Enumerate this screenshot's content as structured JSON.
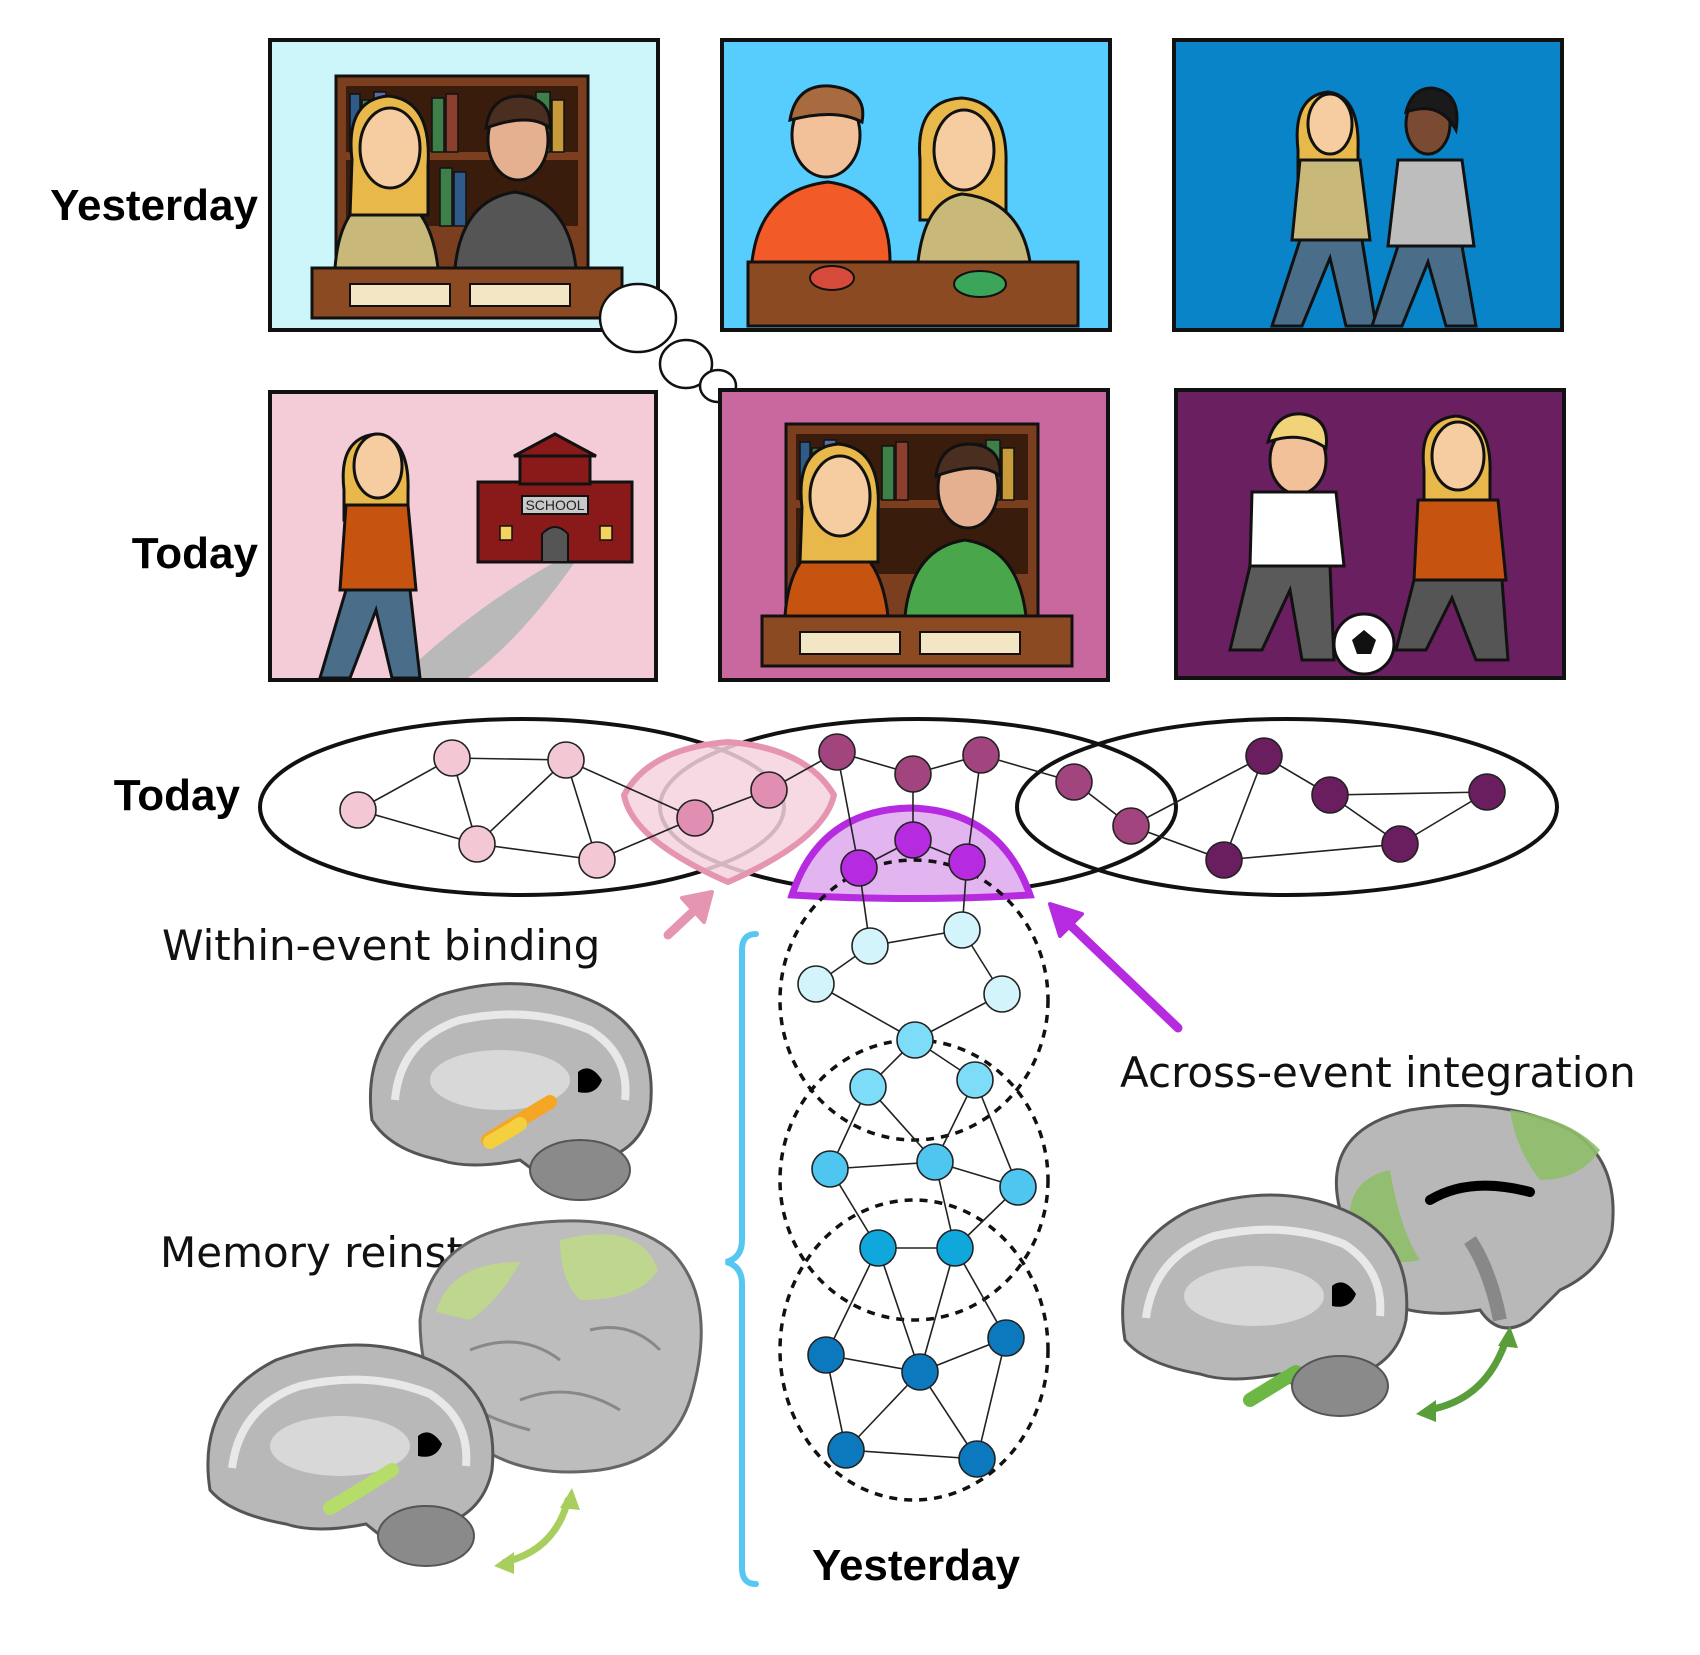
{
  "rows": {
    "yesterday_label": "Yesterday",
    "today_label": "Today"
  },
  "panels": {
    "yesterday": [
      {
        "scene": "two students studying at a library desk",
        "bg": "#cdf6fb"
      },
      {
        "scene": "two people eating at a table",
        "bg": "#56cdfd"
      },
      {
        "scene": "two friends walking",
        "bg": "#0a84c8"
      }
    ],
    "today": [
      {
        "scene": "student walking to school",
        "bg": "#f3ccd8",
        "sign": "SCHOOL"
      },
      {
        "scene": "two students studying at a library desk",
        "bg": "#c9689e"
      },
      {
        "scene": "two kids playing soccer",
        "bg": "#6a1f60"
      }
    ]
  },
  "network": {
    "today_label": "Today",
    "yesterday_label": "Yesterday",
    "within_event_label": "Within-event binding",
    "across_event_label": "Across-event integration",
    "reinstatement_label": "Memory reinstatement",
    "colors": {
      "today_light": "#f4c7d4",
      "today_mid": "#e08fb2",
      "today_dark": "#a2457f",
      "today_darkest": "#6a1d5f",
      "overlap_pink": "#e595b2",
      "overlap_purple": "#b62be0",
      "yesterday_1": "#d4f4fb",
      "yesterday_2": "#7ddcf8",
      "yesterday_3": "#4ec6f0",
      "yesterday_4": "#0fa7dc",
      "yesterday_5": "#0c79be",
      "brace": "#55c7f2",
      "reinstate_arrow": "#a8cf5e",
      "integration_arrow": "#5a9e3b"
    }
  }
}
